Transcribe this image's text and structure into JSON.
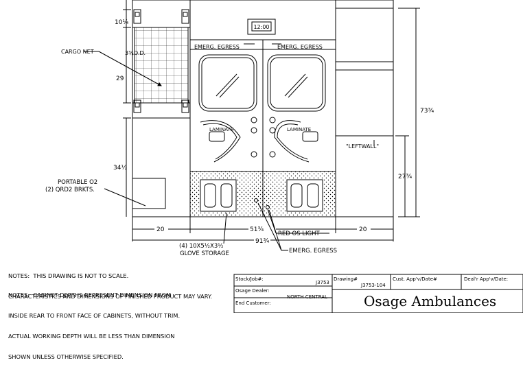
{
  "drawing": {
    "clock": "12:00",
    "labels": {
      "cargo_net": "CARGO NET",
      "od": "3¾O.D.",
      "emergency_egress_left": "EMERG. EGRESS",
      "emergency_egress_right": "EMERG. EGRESS",
      "laminate_left": "LAMINATE",
      "laminate_right": "LAMINATE",
      "leftwall": "\"LEFTWALL\"",
      "portable_o2": "PORTABLE O2",
      "qrd2_brkts": "(2) QRD2 BRKTS.",
      "glove_storage_1": "(4) 10X5½X3½",
      "glove_storage_2": "GLOVE STORAGE",
      "red_os_light": "RED OS LIGHT",
      "emerg_egress_bottom": "EMERG. EGRESS"
    },
    "dimensions": {
      "d_10_25": "10¼",
      "d_29": "29",
      "d_34_5": "34½",
      "d_73_75": "73¾",
      "d_27_75": "27¾",
      "d_20_left": "20",
      "d_20_right": "20",
      "d_51_75": "51¾",
      "d_91_75": "91¾"
    }
  },
  "notes": {
    "line1": "NOTES:  THIS DRAWING IS NOT TO SCALE.",
    "line2": "CHARACTERISTICS AND DIMENSIONS OF FINISHED PRODUCT MAY VARY.",
    "line3": "NOTES:  CABINET DEPTHS REPRESENT DIMENSION FROM",
    "line4": "INSIDE REAR TO FRONT FACE OF CABINETS, WITHOUT TRIM.",
    "line5": "ACTUAL WORKING DEPTH WILL BE LESS THAN DIMENSION",
    "line6": "SHOWN UNLESS OTHERWISE SPECIFIED."
  },
  "title_block": {
    "stock_job_label": "Stock/Job#:",
    "stock_job_value": "J3753",
    "drawing_label": "Drawing#",
    "drawing_value": "J3753-104",
    "cust_appv_label": "Cust. App'v/Date#",
    "deal_appv_label": "Deal'r App'v/Date:",
    "dealer_label": "Osage Dealer:",
    "dealer_value": "NORTH CENTRAL",
    "end_customer_label": "End Customer:",
    "company": "Osage Ambulances"
  }
}
